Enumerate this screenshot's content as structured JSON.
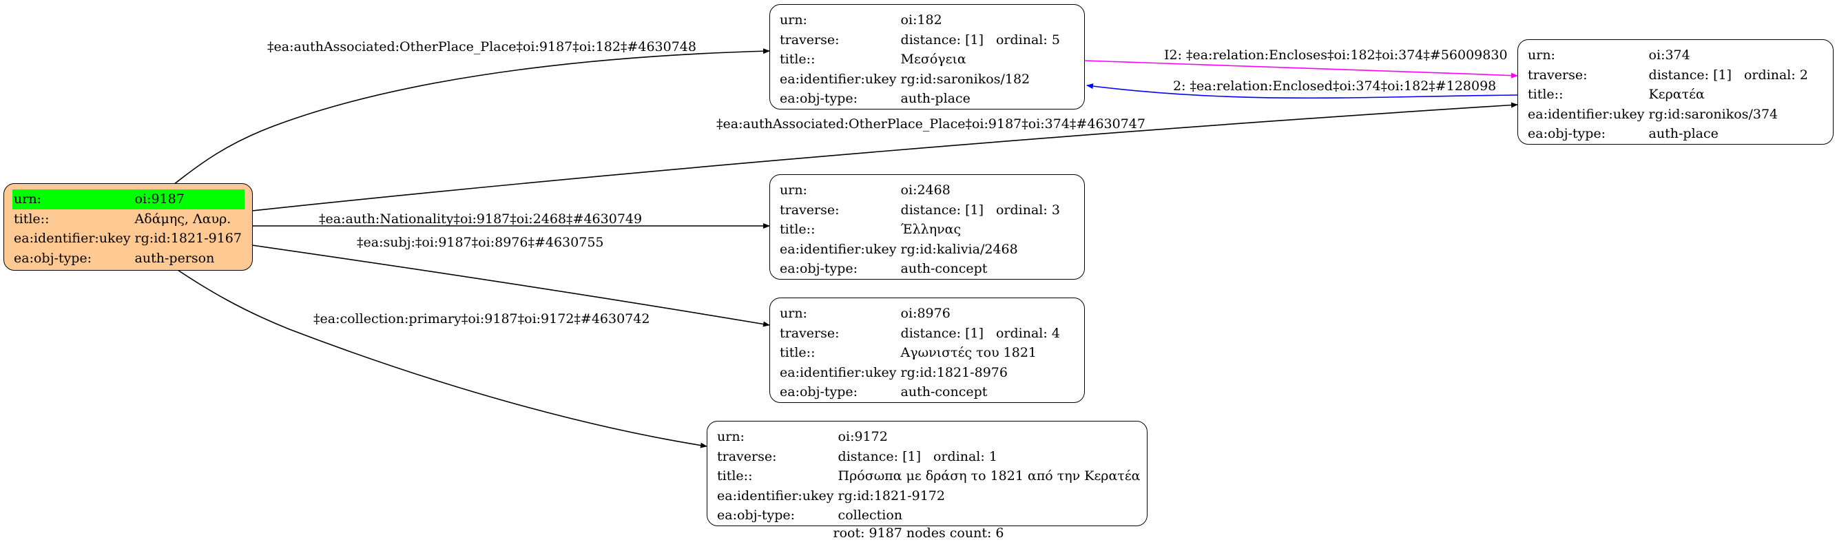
{
  "nodes": {
    "n9187": {
      "rows": [
        {
          "k": "urn:",
          "v": "oi:9187"
        },
        {
          "k": "title::",
          "v": "Αδάμης, Λαυρ."
        },
        {
          "k": "ea:identifier:ukey",
          "v": "rg:id:1821-9167"
        },
        {
          "k": "ea:obj-type:",
          "v": "auth-person"
        }
      ]
    },
    "n182": {
      "urn_k": "urn:",
      "urn_v": "oi:182",
      "traverse_k": "traverse:",
      "distance": "distance: [1]",
      "ordinal": "ordinal: 5",
      "title_k": "title::",
      "title_v": "Μεσόγεια",
      "ukey_k": "ea:identifier:ukey",
      "ukey_v": "rg:id:saronikos/182",
      "type_k": "ea:obj-type:",
      "type_v": "auth-place"
    },
    "n374": {
      "urn_k": "urn:",
      "urn_v": "oi:374",
      "traverse_k": "traverse:",
      "distance": "distance: [1]",
      "ordinal": "ordinal: 2",
      "title_k": "title::",
      "title_v": "Κερατέα",
      "ukey_k": "ea:identifier:ukey",
      "ukey_v": "rg:id:saronikos/374",
      "type_k": "ea:obj-type:",
      "type_v": "auth-place"
    },
    "n2468": {
      "urn_k": "urn:",
      "urn_v": "oi:2468",
      "traverse_k": "traverse:",
      "distance": "distance: [1]",
      "ordinal": "ordinal: 3",
      "title_k": "title::",
      "title_v": "Έλληνας",
      "ukey_k": "ea:identifier:ukey",
      "ukey_v": "rg:id:kalivia/2468",
      "type_k": "ea:obj-type:",
      "type_v": "auth-concept"
    },
    "n8976": {
      "urn_k": "urn:",
      "urn_v": "oi:8976",
      "traverse_k": "traverse:",
      "distance": "distance: [1]",
      "ordinal": "ordinal: 4",
      "title_k": "title::",
      "title_v": "Αγωνιστές του 1821",
      "ukey_k": "ea:identifier:ukey",
      "ukey_v": "rg:id:1821-8976",
      "type_k": "ea:obj-type:",
      "type_v": "auth-concept"
    },
    "n9172": {
      "urn_k": "urn:",
      "urn_v": "oi:9172",
      "traverse_k": "traverse:",
      "distance": "distance: [1]",
      "ordinal": "ordinal: 1",
      "title_k": "title::",
      "title_v": "Πρόσωπα με δράση το 1821 από την Κερατέα",
      "ukey_k": "ea:identifier:ukey",
      "ukey_v": "rg:id:1821-9172",
      "type_k": "ea:obj-type:",
      "type_v": "collection"
    }
  },
  "edges": {
    "e_182": "‡ea:authAssociated:OtherPlace_Place‡oi:9187‡oi:182‡#4630748",
    "e_374": "‡ea:authAssociated:OtherPlace_Place‡oi:9187‡oi:374‡#4630747",
    "e_2468": "‡ea:auth:Nationality‡oi:9187‡oi:2468‡#4630749",
    "e_8976": "‡ea:subj:‡oi:9187‡oi:8976‡#4630755",
    "e_9172": "‡ea:collection:primary‡oi:9187‡oi:9172‡#4630742",
    "e_encloses": "I2: ‡ea:relation:Encloses‡oi:182‡oi:374‡#56009830",
    "e_enclosed": "2: ‡ea:relation:Enclosed‡oi:374‡oi:182‡#128098"
  },
  "colors": {
    "root_fill": "#ffc994",
    "highlight": "#00ff00",
    "encloses_edge": "#ff00ff",
    "enclosed_edge": "#0000ff",
    "default_edge": "#000000"
  },
  "footer": "root: 9187 nodes count: 6"
}
